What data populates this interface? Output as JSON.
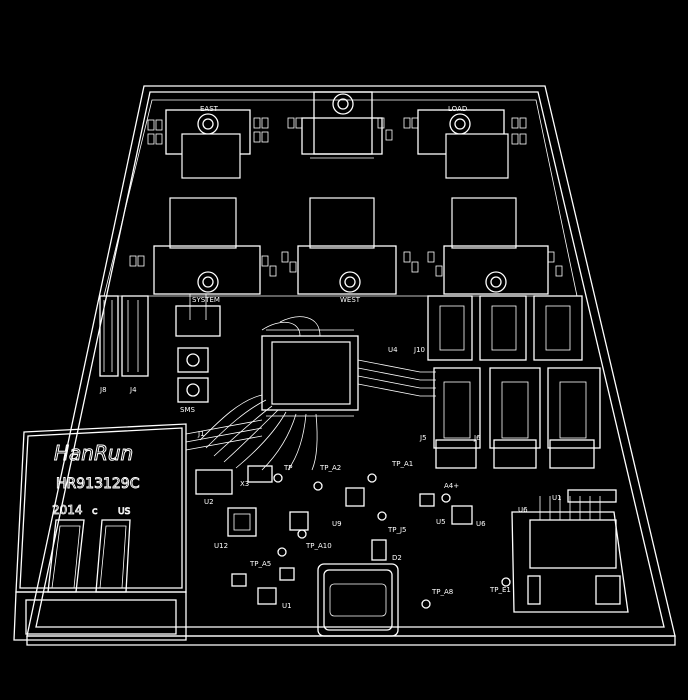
{
  "silkscreen": {
    "east": "EAST",
    "load": "LOAD",
    "system": "SYSTEM",
    "west": "WEST",
    "sms": "SMS",
    "connector_brand": "HanRun",
    "connector_part": "HR913129C",
    "connector_year": "2014",
    "connector_cert": "c",
    "connector_us": "US",
    "j8": "J8",
    "j4": "J4",
    "j10": "J10",
    "j5": "J5",
    "j6": "J6",
    "j1": "J1",
    "x3": "X3",
    "u2": "U2",
    "u12": "U12",
    "u1": "U1",
    "u1b": "U1",
    "u5": "U5",
    "u6": "U6",
    "u6b": "U6",
    "d2": "D2",
    "tp_a2": "TP_A2",
    "tp_a1": "TP_A1",
    "tp_a10": "TP_A10",
    "tp_a5": "TP_A5",
    "tp_j5": "TP_J5",
    "tp_a8": "TP_A8",
    "tp_e1": "TP_E1",
    "tp_aplus": "A4+",
    "tp_7": "TP",
    "u9": "U9",
    "u4": "U4"
  },
  "colors": {
    "background": "#000000",
    "line": "#ffffff"
  }
}
